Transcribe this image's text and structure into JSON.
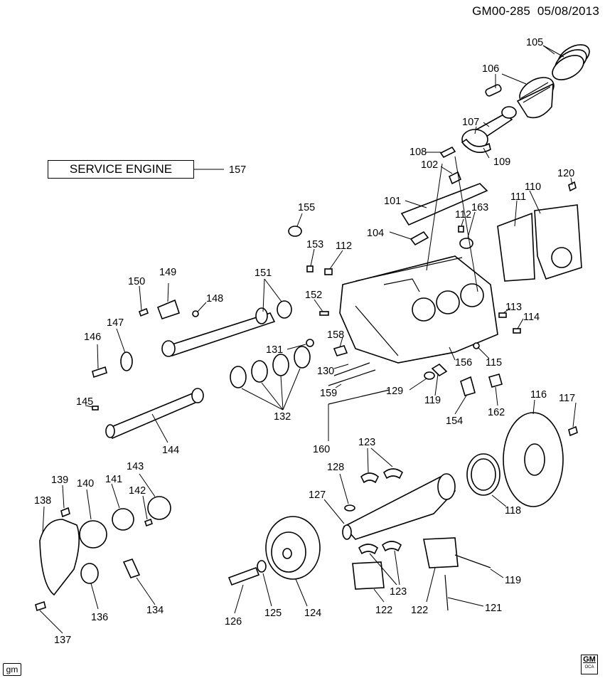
{
  "header": {
    "doc_id": "GM00-285",
    "date": "05/08/2013"
  },
  "service_box": {
    "text": "SERVICE ENGINE",
    "ref": "157"
  },
  "logos": {
    "bottom_left": "gm",
    "bottom_right_main": "GM",
    "bottom_right_sub": "OCA"
  },
  "callouts": [
    {
      "id": "c105",
      "text": "105"
    },
    {
      "id": "c106",
      "text": "106"
    },
    {
      "id": "c107",
      "text": "107"
    },
    {
      "id": "c108",
      "text": "108"
    },
    {
      "id": "c109",
      "text": "109"
    },
    {
      "id": "c102",
      "text": "102"
    },
    {
      "id": "c101",
      "text": "101"
    },
    {
      "id": "c110",
      "text": "110"
    },
    {
      "id": "c111",
      "text": "111"
    },
    {
      "id": "c120",
      "text": "120"
    },
    {
      "id": "c155",
      "text": "155"
    },
    {
      "id": "c112a",
      "text": "112"
    },
    {
      "id": "c163",
      "text": "163"
    },
    {
      "id": "c104",
      "text": "104"
    },
    {
      "id": "c153",
      "text": "153"
    },
    {
      "id": "c112b",
      "text": "112"
    },
    {
      "id": "c150",
      "text": "150"
    },
    {
      "id": "c149",
      "text": "149"
    },
    {
      "id": "c151",
      "text": "151"
    },
    {
      "id": "c148",
      "text": "148"
    },
    {
      "id": "c152",
      "text": "152"
    },
    {
      "id": "c147",
      "text": "147"
    },
    {
      "id": "c146",
      "text": "146"
    },
    {
      "id": "c113",
      "text": "113"
    },
    {
      "id": "c114",
      "text": "114"
    },
    {
      "id": "c158",
      "text": "158"
    },
    {
      "id": "c131",
      "text": "131"
    },
    {
      "id": "c115",
      "text": "115"
    },
    {
      "id": "c156",
      "text": "156"
    },
    {
      "id": "c130",
      "text": "130"
    },
    {
      "id": "c159",
      "text": "159"
    },
    {
      "id": "c129",
      "text": "129"
    },
    {
      "id": "c119a",
      "text": "119"
    },
    {
      "id": "c132",
      "text": "132"
    },
    {
      "id": "c154",
      "text": "154"
    },
    {
      "id": "c162",
      "text": "162"
    },
    {
      "id": "c116",
      "text": "116"
    },
    {
      "id": "c117",
      "text": "117"
    },
    {
      "id": "c145",
      "text": "145"
    },
    {
      "id": "c160",
      "text": "160"
    },
    {
      "id": "c144",
      "text": "144"
    },
    {
      "id": "c123a",
      "text": "123"
    },
    {
      "id": "c128",
      "text": "128"
    },
    {
      "id": "c143",
      "text": "143"
    },
    {
      "id": "c139",
      "text": "139"
    },
    {
      "id": "c140",
      "text": "140"
    },
    {
      "id": "c141",
      "text": "141"
    },
    {
      "id": "c142",
      "text": "142"
    },
    {
      "id": "c138",
      "text": "138"
    },
    {
      "id": "c127",
      "text": "127"
    },
    {
      "id": "c118",
      "text": "118"
    },
    {
      "id": "c123b",
      "text": "123"
    },
    {
      "id": "c119b",
      "text": "119"
    },
    {
      "id": "c121",
      "text": "121"
    },
    {
      "id": "c126",
      "text": "126"
    },
    {
      "id": "c125",
      "text": "125"
    },
    {
      "id": "c124",
      "text": "124"
    },
    {
      "id": "c122a",
      "text": "122"
    },
    {
      "id": "c122b",
      "text": "122"
    },
    {
      "id": "c136",
      "text": "136"
    },
    {
      "id": "c134",
      "text": "134"
    },
    {
      "id": "c137",
      "text": "137"
    }
  ]
}
